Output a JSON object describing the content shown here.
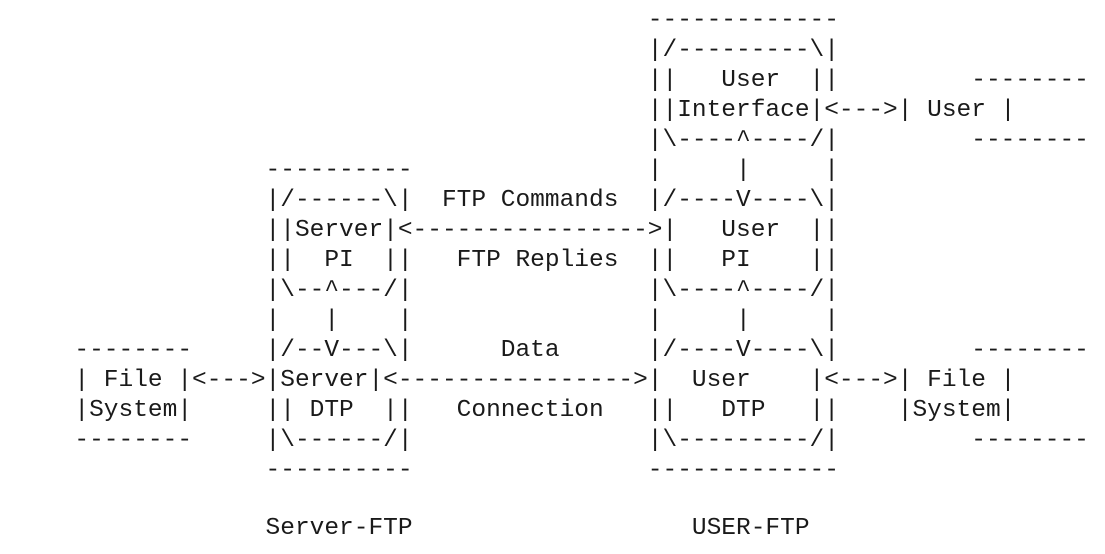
{
  "diagram": {
    "lines": [
      "                                         -------------",
      "                                         |/---------\\|",
      "                                         ||   User  ||         --------",
      "                                         ||Interface|<--->| User |",
      "                                         |\\----^----/|         --------",
      "               ----------                |     |     |",
      "               |/------\\|  FTP Commands  |/----V----\\|",
      "               ||Server|<---------------->|   User  ||",
      "               ||  PI  ||   FTP Replies  ||   PI    ||",
      "               |\\--^---/|                |\\----^----/|",
      "               |   |    |                |     |     |",
      "  --------     |/--V---\\|      Data      |/----V----\\|         --------",
      "  | File |<--->|Server|<---------------->|  User    |<--->| File |",
      "  |System|     || DTP  ||   Connection   ||   DTP   ||    |System|",
      "  --------     |\\------/|                |\\---------/|         --------",
      "               ----------                -------------",
      "",
      "               Server-FTP                   USER-FTP"
    ]
  }
}
